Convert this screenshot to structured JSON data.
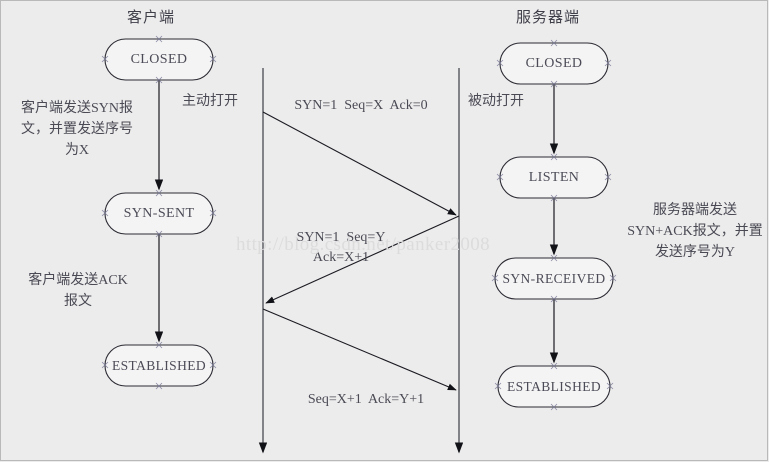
{
  "diagram": {
    "title_client": "客户端",
    "title_server": "服务器端",
    "watermark": "http://blog.csdn.net/panker2008",
    "bg_color": "#ececec",
    "line_color": "#1a1a22",
    "box_fill": "#f4f4f4",
    "text_color": "#4a4a55"
  },
  "client": {
    "states": [
      {
        "label": "CLOSED"
      },
      {
        "label": "SYN-SENT"
      },
      {
        "label": "ESTABLISHED"
      }
    ],
    "open_label": "主动打开",
    "notes": [
      "客户端发送SYN报\n文，并置发送序号\n为X",
      "客户端发送ACK\n报文"
    ]
  },
  "server": {
    "states": [
      {
        "label": "CLOSED"
      },
      {
        "label": "LISTEN"
      },
      {
        "label": "SYN-RECEIVED"
      },
      {
        "label": "ESTABLISHED"
      }
    ],
    "open_label": "被动打开",
    "notes": [
      "服务器端发送\nSYN+ACK报文，并置\n发送序号为Y"
    ]
  },
  "messages": [
    {
      "label": "SYN=1  Seq=X  Ack=0",
      "direction": "client-to-server"
    },
    {
      "label": "SYN=1  Seq=Y\nAck=X+1",
      "direction": "server-to-client"
    },
    {
      "label": "Seq=X+1  Ack=Y+1",
      "direction": "client-to-server"
    }
  ]
}
